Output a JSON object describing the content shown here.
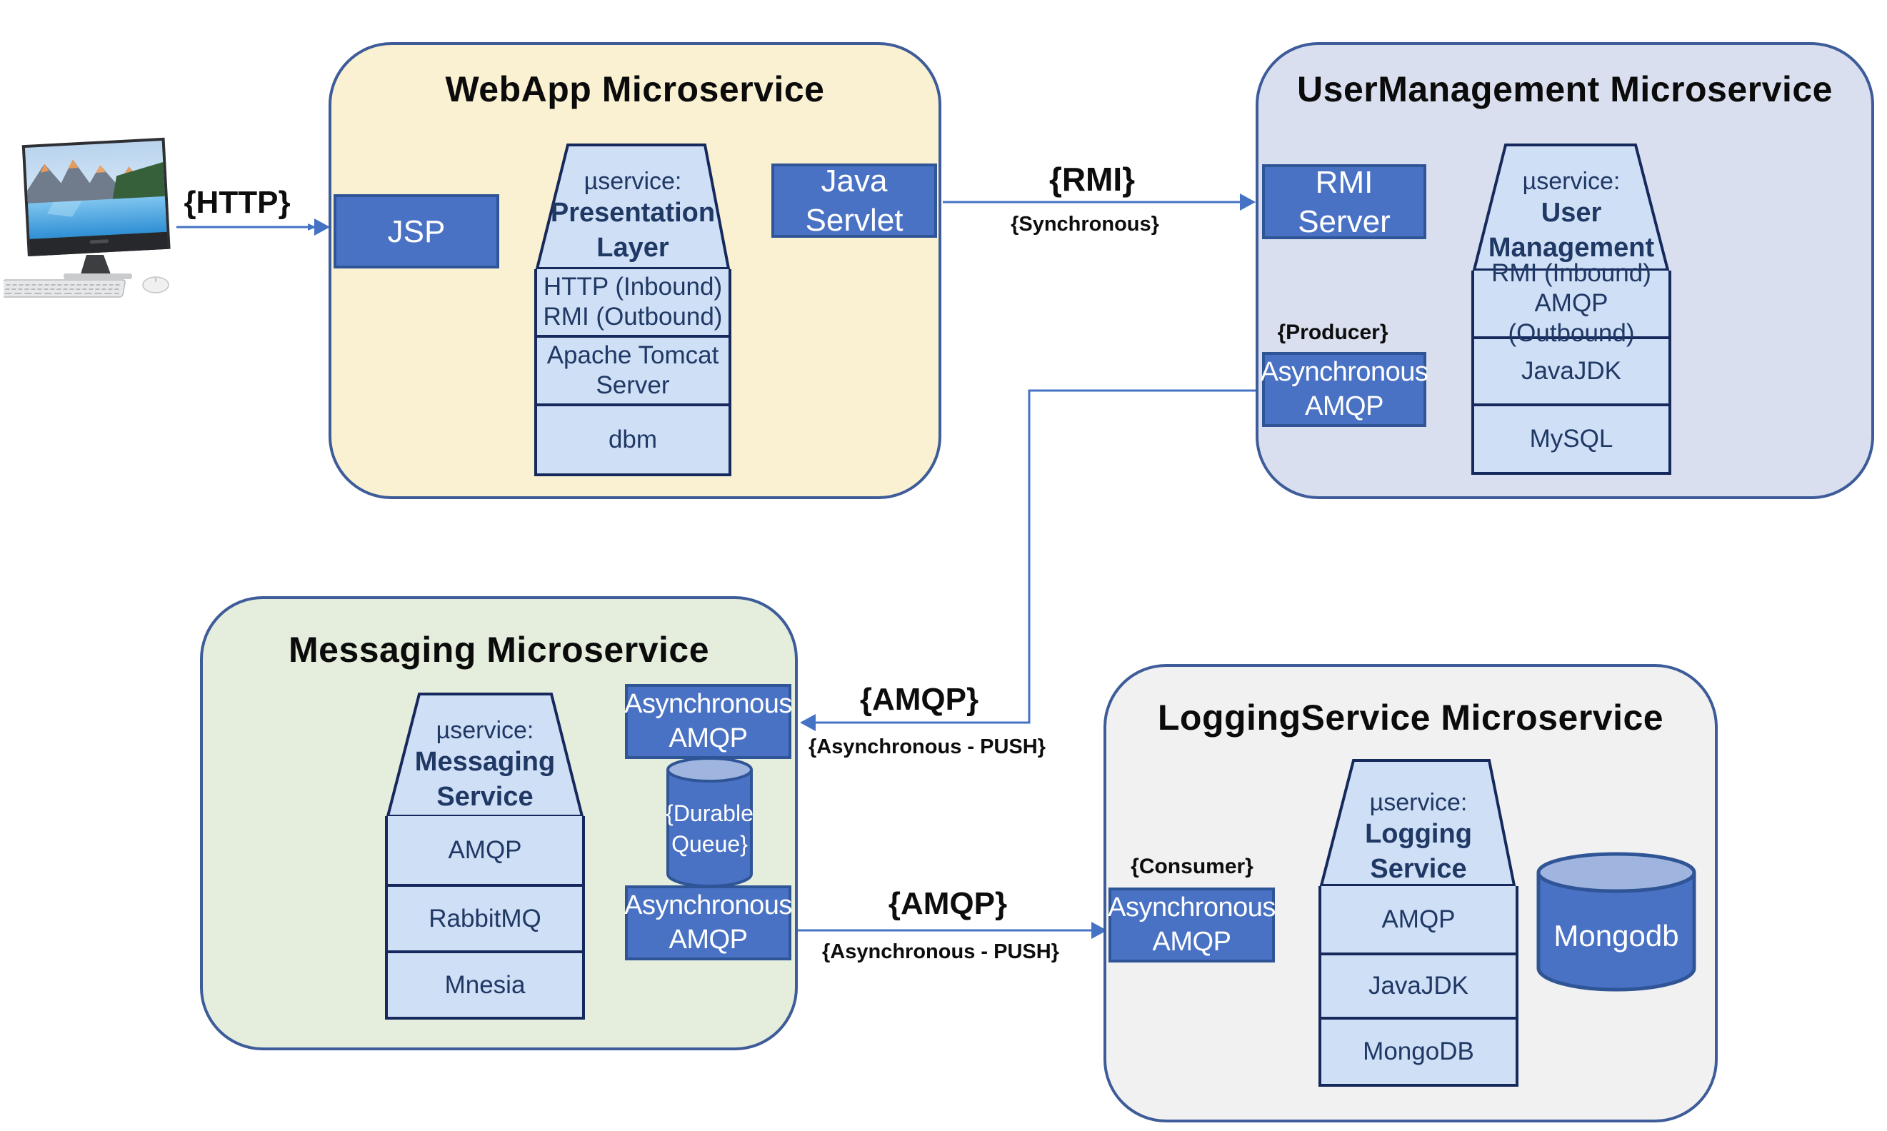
{
  "colors": {
    "connector_blue": "#4472C4",
    "node_fill": "#4A72C4",
    "node_border": "#2F5597",
    "stack_fill": "#CFDFF6",
    "stack_border": "#16295C",
    "stack_text": "#1F3864",
    "container_border": "#3E5C99",
    "webapp_fill": "#FAF1D2",
    "usermanagement_fill": "#D9DFEE",
    "messaging_fill": "#E5EEDD",
    "logging_fill": "#F1F1F1",
    "cylinder_top_fill": "#9FB5DF"
  },
  "icons": {
    "user_device": "desktop-computer-with-keyboard-and-mouse"
  },
  "connections": {
    "http": {
      "label": "{HTTP}"
    },
    "rmi": {
      "label": "{RMI}",
      "sublabel": "{Synchronous}"
    },
    "user_to_messaging": {
      "label": "{AMQP}",
      "sublabel": "{Asynchronous - PUSH}"
    },
    "messaging_to_logging": {
      "label": "{AMQP}",
      "sublabel": "{Asynchronous - PUSH}"
    }
  },
  "services": {
    "webapp": {
      "title": "WebApp Microservice",
      "jsp_label": "JSP",
      "java_servlet_label": "Java\nServlet",
      "stack": {
        "prefix": "µservice:",
        "name": "Presentation\nLayer",
        "rows": [
          "HTTP (Inbound)\nRMI (Outbound)",
          "Apache Tomcat\nServer",
          "dbm"
        ]
      }
    },
    "usermanagement": {
      "title": "UserManagement Microservice",
      "rmi_server_label": "RMI\nServer",
      "producer_tag": "{Producer}",
      "async_amqp_label": "Asynchronous\nAMQP",
      "stack": {
        "prefix": "µservice:",
        "name": "User\nManagement",
        "rows": [
          "RMI (Inbound)\nAMQP (Outbound)",
          "JavaJDK",
          "MySQL"
        ]
      }
    },
    "messaging": {
      "title": "Messaging Microservice",
      "async_amqp_in_label": "Asynchronous\nAMQP",
      "durable_queue_label": "{Durable\nQueue}",
      "async_amqp_out_label": "Asynchronous\nAMQP",
      "stack": {
        "prefix": "µservice:",
        "name": "Messaging\nService",
        "rows": [
          "AMQP",
          "RabbitMQ",
          "Mnesia"
        ]
      }
    },
    "logging": {
      "title": "LoggingService Microservice",
      "consumer_tag": "{Consumer}",
      "async_amqp_label": "Asynchronous\nAMQP",
      "mongodb_label": "Mongodb",
      "stack": {
        "prefix": "µservice:",
        "name": "Logging Service",
        "rows": [
          "AMQP",
          "JavaJDK",
          "MongoDB"
        ]
      }
    }
  }
}
